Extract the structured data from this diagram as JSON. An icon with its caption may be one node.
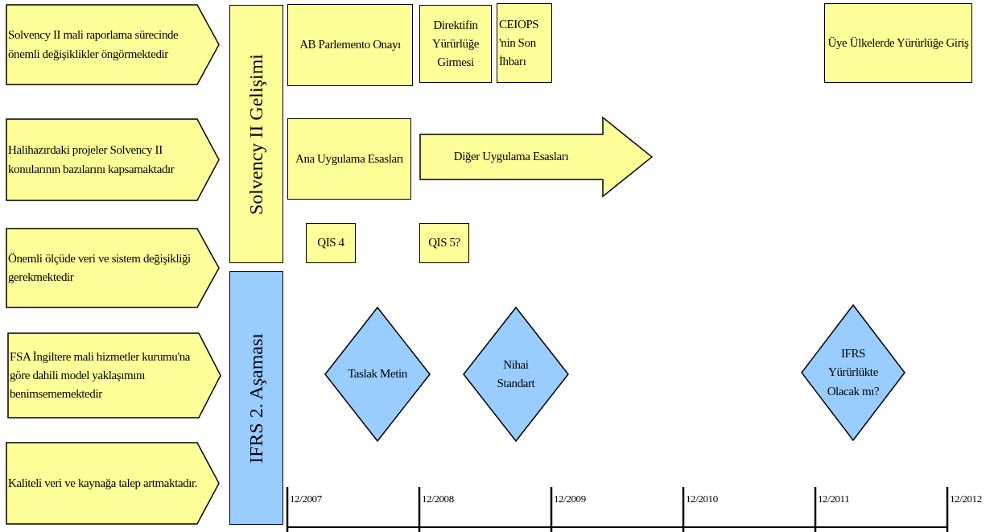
{
  "diagram": {
    "nodes": [
      {
        "text": [
          "Solvency II mali raporlama sürecinde önemli değişiklikler öngörmektedir"
        ]
      },
      {
        "text": [
          "Halihazırdaki projeler Solvency II konularının bazılarını kapsamaktadır"
        ]
      },
      {
        "text": [
          "Önemli ölçüde veri ve sistem değişikliği gerekmektedir"
        ]
      },
      {
        "text": [
          "FSA İngiltere mali hizmetler kurumu'na göre dahili model yaklaşımını benimsememektedir"
        ]
      },
      {
        "text": [
          "Kaliteli veri ve kaynağa talep artmaktadır."
        ]
      },
      {
        "text": [
          "Solvency II Gelişimi"
        ]
      },
      {
        "text": [
          "IFRS 2. Aşaması"
        ]
      },
      {
        "text": [
          "AB Parlemento Onayı"
        ]
      },
      {
        "text": [
          "Direktifin Yürürlüğe Girmesi"
        ]
      },
      {
        "text": [
          "CEIOPS 'nin Son İhbarı"
        ]
      },
      {
        "text": [
          "Üye Ülkelerde Yürürlüğe Giriş"
        ]
      },
      {
        "text": [
          "Ana Uygulama Esasları"
        ]
      },
      {
        "text": [
          "Diğer Uygulama Esasları"
        ]
      },
      {
        "text": [
          "QIS 4"
        ]
      },
      {
        "text": [
          "QIS 5?"
        ]
      },
      {
        "text": [
          "Taslak Metin"
        ]
      },
      {
        "text": [
          "Nihai Standart"
        ]
      },
      {
        "text": [
          "IFRS Yürürlükte Olacak mı?"
        ]
      }
    ],
    "labels": [
      "12/2007",
      "12/2008",
      "12/2009",
      "12/2010",
      "12/2011",
      "12/2012"
    ]
  }
}
